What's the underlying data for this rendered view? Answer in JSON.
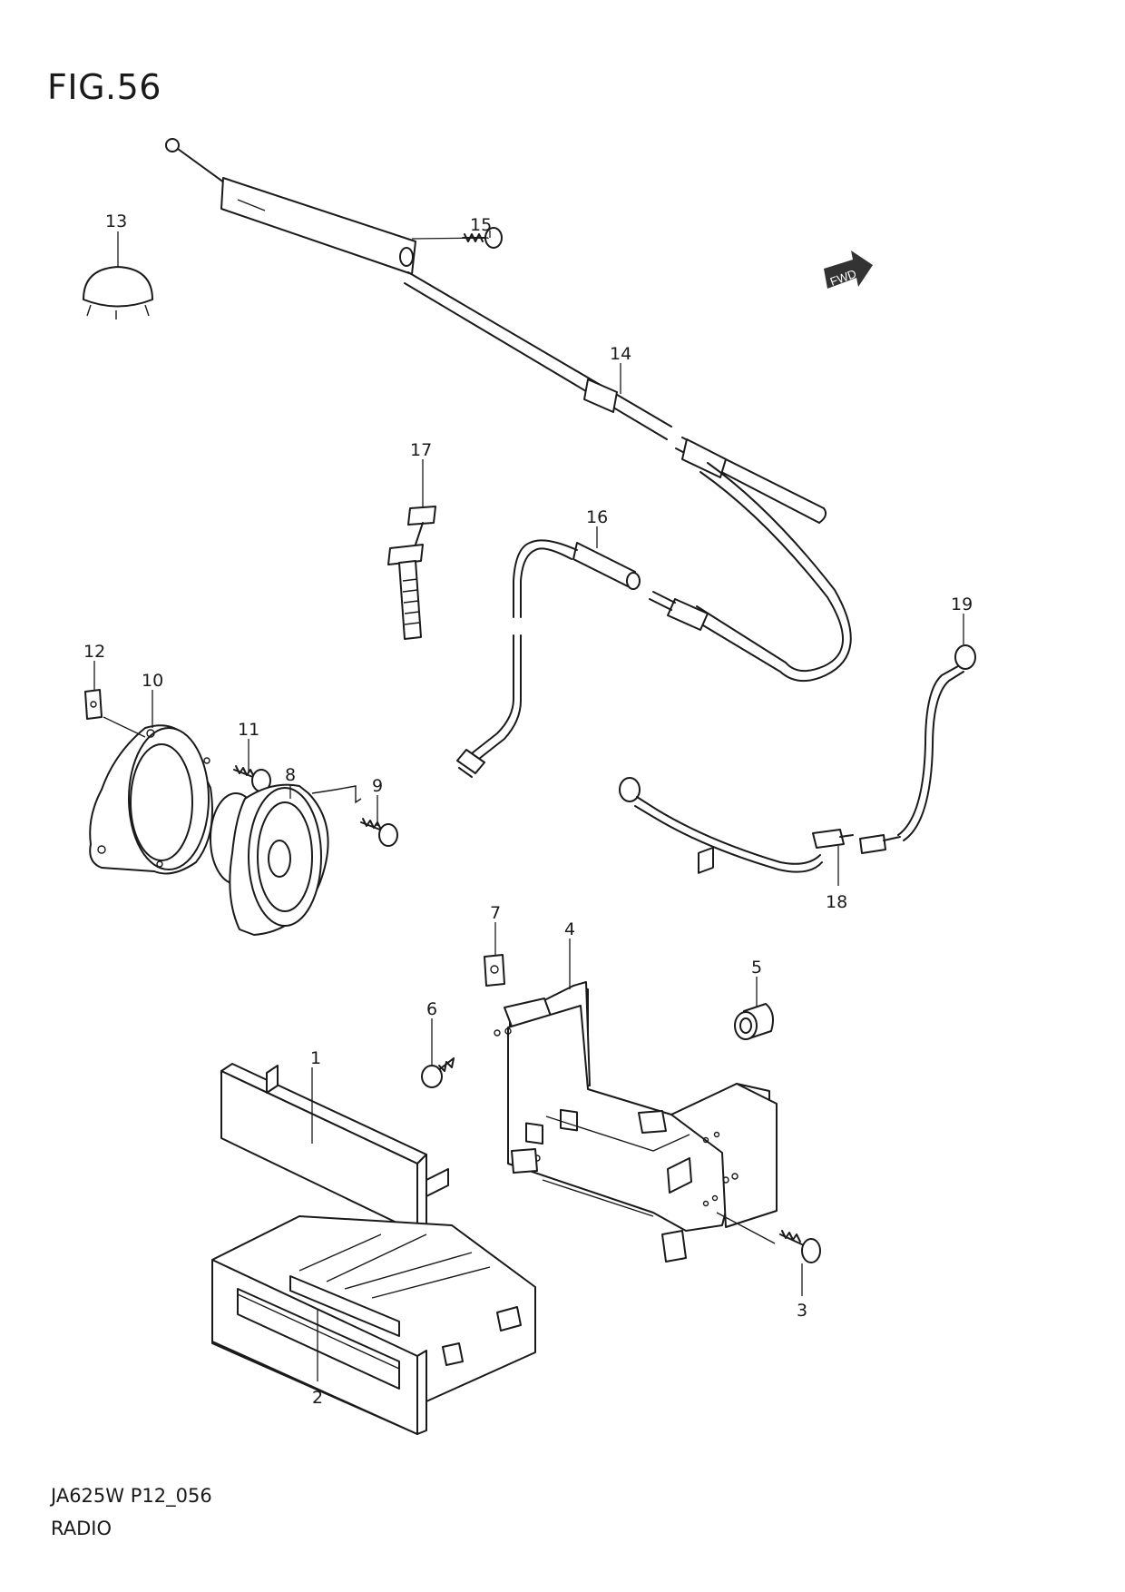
{
  "figure": {
    "title": "FIG.56"
  },
  "footer": {
    "code": "JA625W P12_056",
    "name": "RADIO"
  },
  "fwd_badge": {
    "label": "FWD"
  },
  "callouts": [
    {
      "id": "1",
      "label": "1"
    },
    {
      "id": "2",
      "label": "2"
    },
    {
      "id": "3",
      "label": "3"
    },
    {
      "id": "4",
      "label": "4"
    },
    {
      "id": "5",
      "label": "5"
    },
    {
      "id": "6",
      "label": "6"
    },
    {
      "id": "7",
      "label": "7"
    },
    {
      "id": "8",
      "label": "8"
    },
    {
      "id": "9",
      "label": "9"
    },
    {
      "id": "10",
      "label": "10"
    },
    {
      "id": "11",
      "label": "11"
    },
    {
      "id": "12",
      "label": "12"
    },
    {
      "id": "13",
      "label": "13"
    },
    {
      "id": "14",
      "label": "14"
    },
    {
      "id": "15",
      "label": "15"
    },
    {
      "id": "16",
      "label": "16"
    },
    {
      "id": "17",
      "label": "17"
    },
    {
      "id": "18",
      "label": "18"
    },
    {
      "id": "19",
      "label": "19"
    }
  ]
}
